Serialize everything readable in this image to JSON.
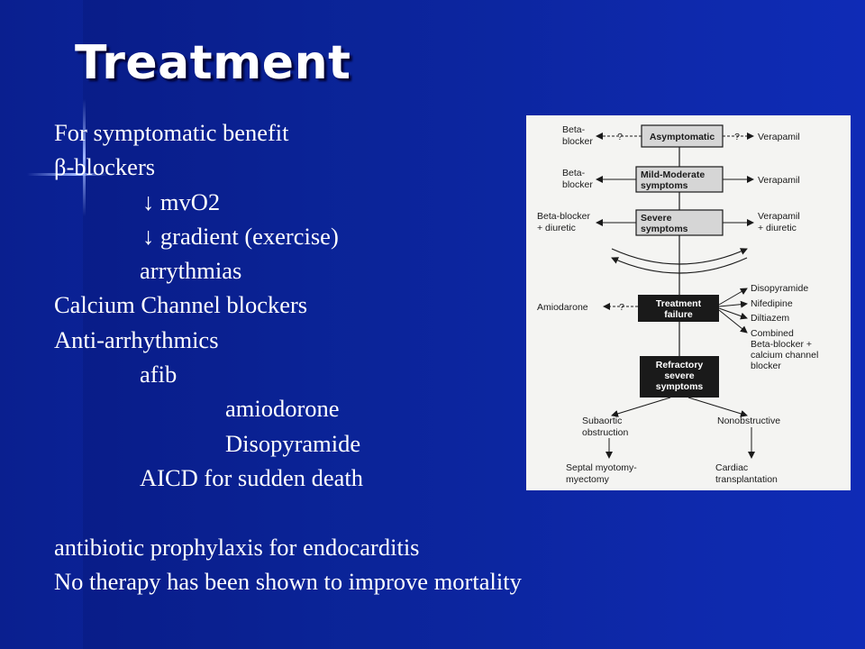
{
  "slide": {
    "title": "Treatment",
    "lines": [
      "For symptomatic benefit",
      "β-blockers",
      "↓ mvO2",
      "↓ gradient (exercise)",
      "arrythmias",
      "Calcium Channel blockers",
      "Anti-arrhythmics",
      "afib",
      "amiodorone",
      "Disopyramide",
      "AICD for sudden death",
      "",
      "antibiotic prophylaxis for endocarditis",
      "No therapy has been shown to improve mortality"
    ]
  },
  "figure": {
    "center_boxes": [
      "Asymptomatic",
      "Mild-Moderate",
      "symptoms",
      "Severe",
      "symptoms",
      "Treatment",
      "failure",
      "Refractory",
      "severe",
      "symptoms"
    ],
    "left_labels": [
      "Beta-",
      "blocker",
      "Beta-",
      "blocker",
      "Beta-blocker",
      "+ diuretic",
      "Amiodarone"
    ],
    "right_labels": [
      "Verapamil",
      "Verapamil",
      "Verapamil",
      "+ diuretic",
      "Disopyramide",
      "Nifedipine",
      "Diltiazem",
      "Combined",
      "Beta-blocker +",
      "calcium channel",
      "blocker"
    ],
    "question_marks": [
      "?",
      "?",
      "?"
    ],
    "bottom_labels": [
      "Subaortic",
      "obstruction",
      "Nonobstructive",
      "Septal myotomy-",
      "myectomy",
      "Cardiac",
      "transplantation"
    ]
  }
}
